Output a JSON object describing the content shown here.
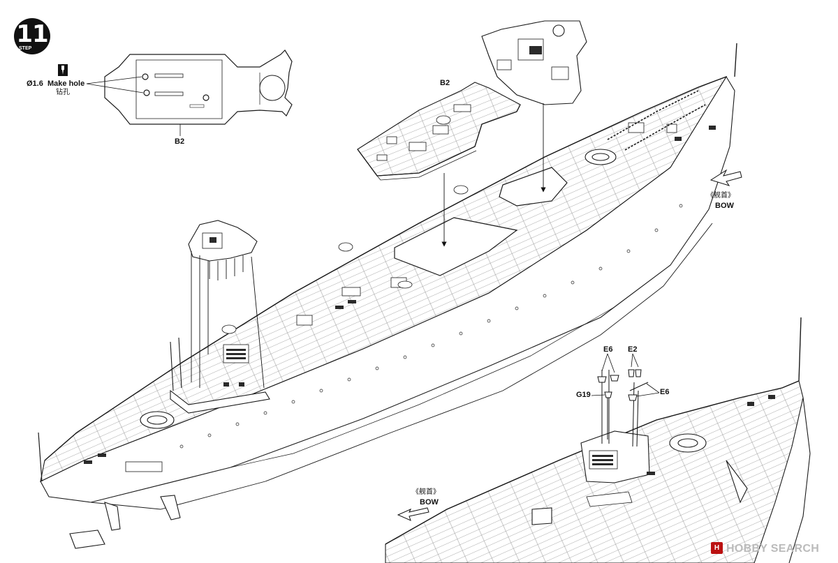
{
  "step": {
    "number": "11",
    "word": "STEP"
  },
  "hole_note": {
    "diameter": "Ø1.6",
    "text": "Make hole",
    "cn": "钻孔"
  },
  "part_labels": {
    "detail_b2": "B2",
    "main_b2": "B2",
    "e6_top": "E6",
    "e2": "E2",
    "e6_right": "E6",
    "g19": "G19"
  },
  "bow_right": {
    "cn": "《舰首》",
    "en": "BOW"
  },
  "bow_left": {
    "cn": "《舰首》",
    "en": "BOW"
  },
  "watermark": {
    "badge": "H",
    "text": "HOBBY SEARCH"
  },
  "colors": {
    "line": "#1a1a1a",
    "deck": "#ffffff",
    "hatch": "#2a2a2a",
    "watermark": "#b11111"
  }
}
